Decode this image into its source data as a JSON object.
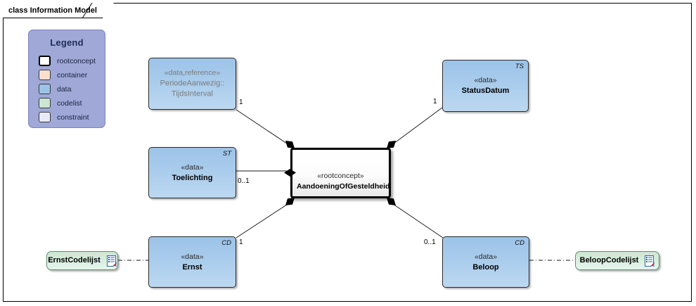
{
  "diagram": {
    "frame_label": "class Information Model"
  },
  "legend": {
    "title": "Legend",
    "items": [
      {
        "label": "rootconcept",
        "color": "#ffffff",
        "style": "thick"
      },
      {
        "label": "container",
        "color": "#FAE0CC",
        "style": "thin"
      },
      {
        "label": "data",
        "color": "#9CC3E8",
        "style": "thin"
      },
      {
        "label": "codelist",
        "color": "#CBE6D2",
        "style": "thin"
      },
      {
        "label": "constraint",
        "color": "#E8EAF8",
        "style": "thin"
      }
    ]
  },
  "classes": {
    "tijdsinterval": {
      "stereotype": "«data,reference»",
      "name_line1": "PeriodeAanwezig::",
      "name_line2": "TijdsInterval",
      "corner_tag": ""
    },
    "statusdatum": {
      "stereotype": "«data»",
      "name": "StatusDatum",
      "corner_tag": "TS"
    },
    "toelichting": {
      "stereotype": "«data»",
      "name": "Toelichting",
      "corner_tag": "ST"
    },
    "rootconcept": {
      "stereotype": "«rootconcept»",
      "name": "AandoeningOfGesteldheid",
      "corner_tag": ""
    },
    "ernst": {
      "stereotype": "«data»",
      "name": "Ernst",
      "corner_tag": "CD"
    },
    "beloop": {
      "stereotype": "«data»",
      "name": "Beloop",
      "corner_tag": "CD"
    },
    "ernstcodelijst": {
      "name": "ErnstCodelijst",
      "icon": "document-icon"
    },
    "beloopcodelijst": {
      "name": "BeloopCodelijst",
      "icon": "document-icon"
    }
  },
  "multiplicities": {
    "tijdsinterval": "1",
    "statusdatum": "1",
    "toelichting": "0..1",
    "ernst": "1",
    "beloop": "0..1"
  }
}
